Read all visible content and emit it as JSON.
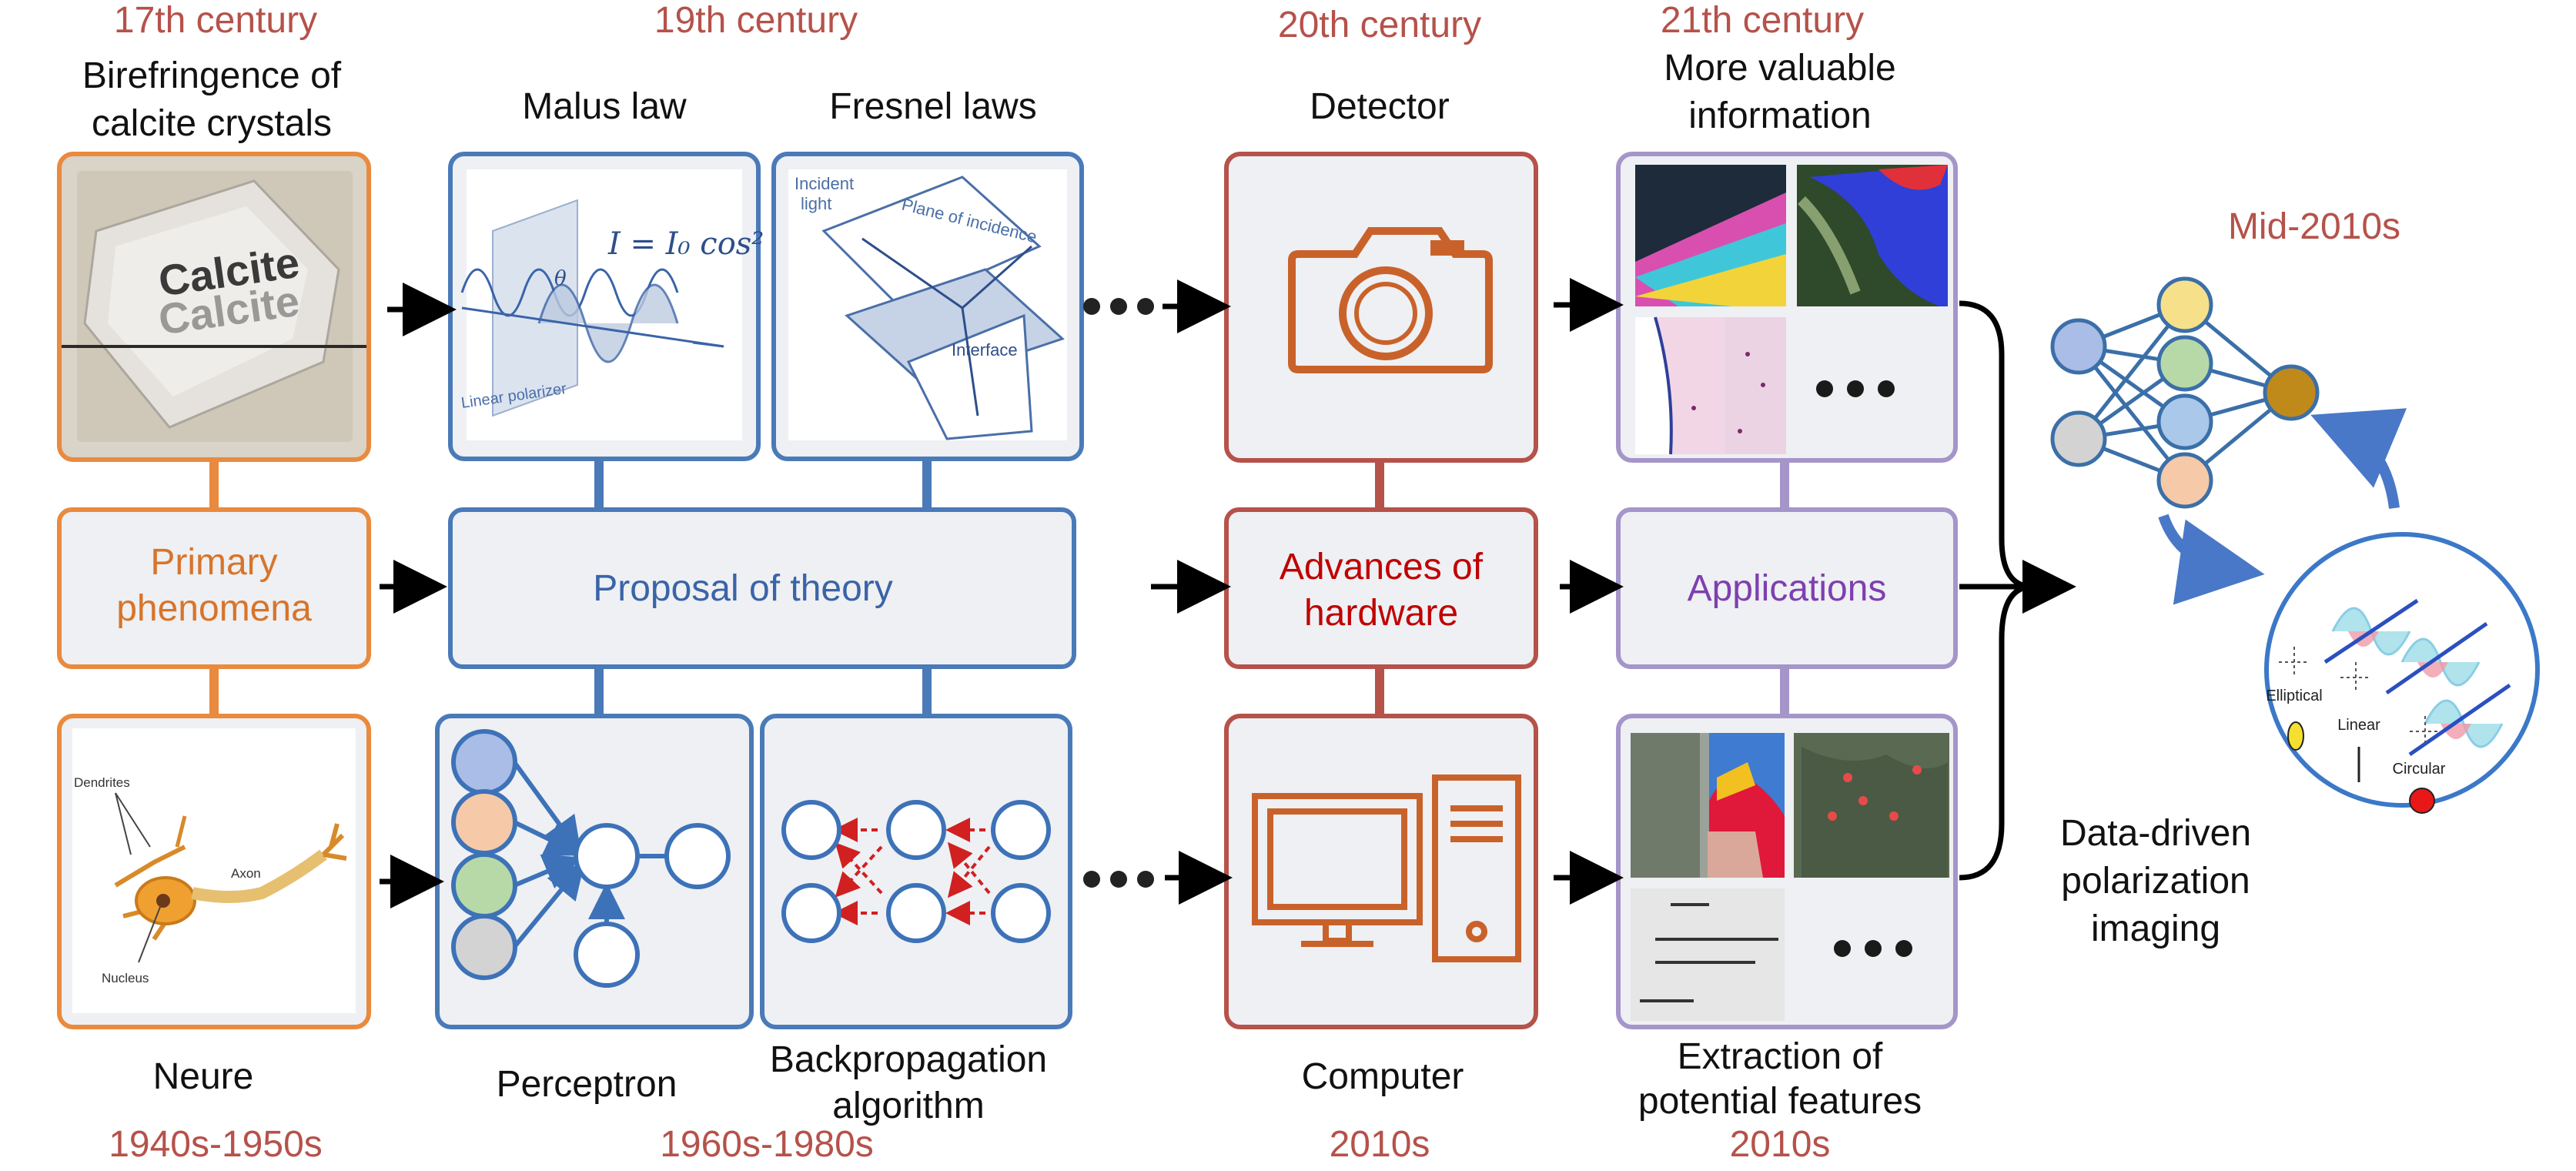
{
  "eras": {
    "c17": "17th century",
    "c19": "19th century",
    "c20": "20th century",
    "c21": "21th century",
    "mid2010s": "Mid-2010s",
    "d1940": "1940s-1950s",
    "d1960": "1960s-1980s",
    "d2010a": "2010s",
    "d2010b": "2010s"
  },
  "top_labels": {
    "birefringence": [
      "Birefringence of",
      "calcite crystals"
    ],
    "malus": "Malus law",
    "fresnel": "Fresnel laws",
    "detector": "Detector",
    "valuable": [
      "More valuable",
      "information"
    ]
  },
  "middle": {
    "primary": [
      "Primary",
      "phenomena"
    ],
    "theory": "Proposal of theory",
    "hardware": [
      "Advances of",
      "hardware"
    ],
    "applications": "Applications"
  },
  "bottom_labels": {
    "neure": "Neure",
    "perceptron": "Perceptron",
    "backprop": [
      "Backpropagation",
      "algorithm"
    ],
    "computer": "Computer",
    "extraction": [
      "Extraction of",
      "potential features"
    ]
  },
  "result": [
    "Data-driven",
    "polarization",
    "imaging"
  ],
  "inset_text": {
    "calcite": "Calcite",
    "malus_eq": "I = I₀ cos² θ",
    "linear_polarizer": "Linear polarizer",
    "incident": [
      "Incident",
      "light"
    ],
    "plane": "Plane of incidence",
    "interface": "Interface",
    "dendrites": "Dendrites",
    "axon": "Axon",
    "nucleus": "Nucleus",
    "elliptical": "Elliptical",
    "linear": "Linear",
    "circular": "Circular"
  },
  "colors": {
    "orange": "#e98a3e",
    "blue": "#4a7ab8",
    "red": "#b5524a",
    "purple": "#a595c9",
    "box_fill": "#eef0f3",
    "theory_text": "#3a64a8",
    "primary_text": "#d8742a",
    "hardware_text": "#c00000",
    "applications_text": "#7e3fb0",
    "era_text": "#b5524a"
  }
}
